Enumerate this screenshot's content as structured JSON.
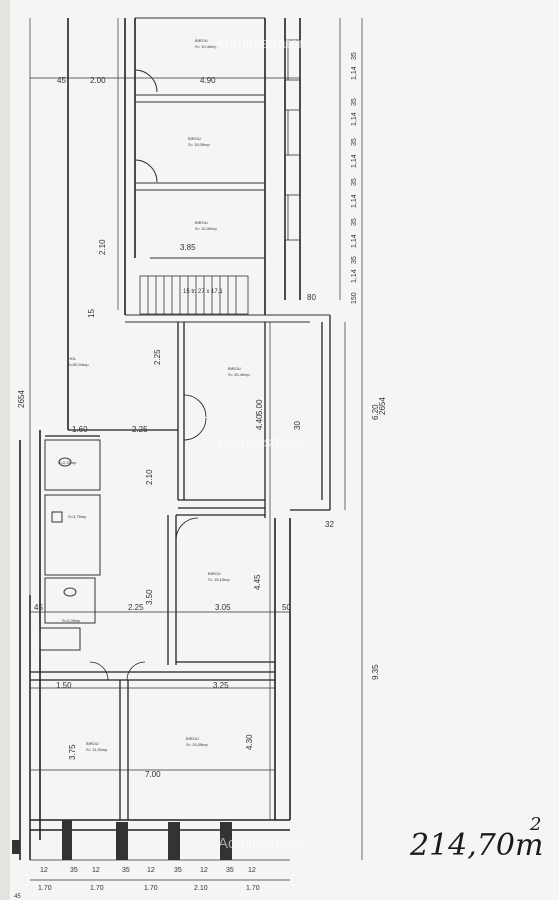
{
  "watermark": "Administrator",
  "total_area": {
    "value": "214,70m",
    "sup": "2"
  },
  "stair_label": "15 tr. 27 x 17,1",
  "overall_dims": {
    "left": "2654",
    "right": "2654"
  },
  "right_column_dims": [
    "35",
    "1,14",
    "35",
    "1,14",
    "35",
    "1,14",
    "35",
    "1,14",
    "35",
    "1,14",
    "35",
    "1,14",
    "150"
  ],
  "top_dims": {
    "left_edge": "45",
    "w1": "2.00",
    "w2": "4.90"
  },
  "room_dims": [
    "3.85",
    "1.60",
    "2.25",
    "4.40",
    "5.00",
    "3.05",
    "50",
    "45",
    "2.25",
    "3.50",
    "4.45",
    "3.25",
    "1.50",
    "7.00",
    "3.75",
    "4.30",
    "9.35",
    "6.20",
    "2.10",
    "2.25",
    "80",
    "30",
    "32",
    "15",
    "2.10"
  ],
  "bottom_dims": {
    "row1": [
      "12",
      "35",
      "12",
      "35",
      "12",
      "35",
      "12",
      "35",
      "12"
    ],
    "row2": [
      "1.70",
      "1.70",
      "1.70",
      "2.10",
      "1.70"
    ],
    "edge": "45"
  },
  "room_labels": {
    "r1": "BIROU\nS= 10,40mp",
    "r2": "BIROU\nS= 15,05mp",
    "r3": "BIROU\nS= 10,30mp",
    "hol": "HOL\nS=50,04mp",
    "r5": "BIROU\nS= 25,40mp",
    "wc1": "S=2,31mp",
    "wc2": "S=3,75mp",
    "wc3": "S=2,06mp",
    "r6": "BIROU\nS= 15,15mp",
    "r7": "BIROU\nS= 11,30mp",
    "r8": "BIROU\nS= 15,05mp"
  }
}
